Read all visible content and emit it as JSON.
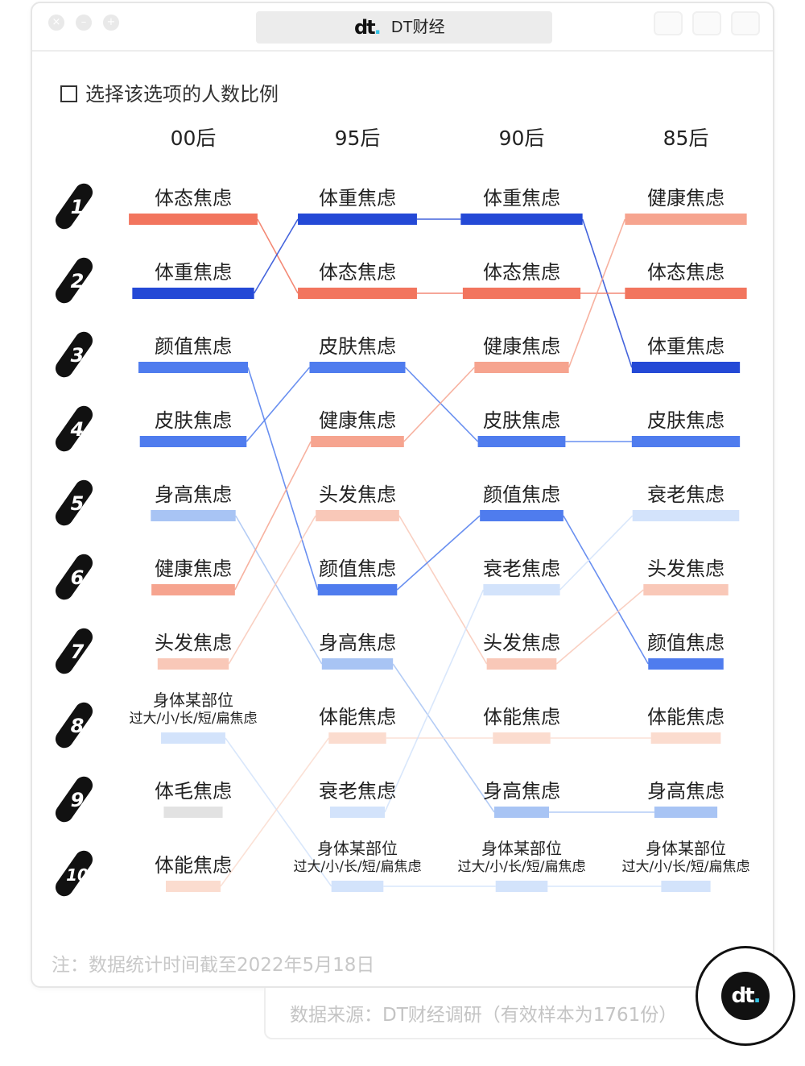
{
  "window": {
    "title": "DT财经",
    "logo_text": "dt",
    "controls": [
      "close-icon",
      "minimize-icon",
      "zoom-icon"
    ]
  },
  "colors": {
    "blue_dark": "#2449d6",
    "blue_mid": "#4f7cee",
    "blue_light": "#a8c4f4",
    "blue_pale": "#d3e3fb",
    "red_dark": "#f2755e",
    "red_mid": "#f6a48f",
    "red_light": "#f9c8b8",
    "red_pale": "#fbdccf",
    "gray": "#e2e2e2",
    "rank_badge": "#111111"
  },
  "chart_data": {
    "type": "table",
    "legend": "选择该选项的人数比例",
    "legend_icon": "checkbox-square-icon",
    "columns": [
      "00后",
      "95后",
      "90后",
      "85后"
    ],
    "ranks": [
      "1",
      "2",
      "3",
      "4",
      "5",
      "6",
      "7",
      "8",
      "9",
      "10"
    ],
    "grid": false,
    "rankings": [
      {
        "group": "00后",
        "items": [
          {
            "rank": 1,
            "label": "体态焦虑",
            "color": "#f2755e",
            "bar": 0.94
          },
          {
            "rank": 2,
            "label": "体重焦虑",
            "color": "#2449d6",
            "bar": 0.89
          },
          {
            "rank": 3,
            "label": "颜值焦虑",
            "color": "#4f7cee",
            "bar": 0.8
          },
          {
            "rank": 4,
            "label": "皮肤焦虑",
            "color": "#4f7cee",
            "bar": 0.78
          },
          {
            "rank": 5,
            "label": "身高焦虑",
            "color": "#a8c4f4",
            "bar": 0.62
          },
          {
            "rank": 6,
            "label": "健康焦虑",
            "color": "#f6a48f",
            "bar": 0.61
          },
          {
            "rank": 7,
            "label": "头发焦虑",
            "color": "#f9c8b8",
            "bar": 0.52
          },
          {
            "rank": 8,
            "label": "身体某部位\n过大/小/长/短/扁焦虑",
            "color": "#d3e3fb",
            "bar": 0.47
          },
          {
            "rank": 9,
            "label": "体毛焦虑",
            "color": "#e2e2e2",
            "bar": 0.43
          },
          {
            "rank": 10,
            "label": "体能焦虑",
            "color": "#fbdccf",
            "bar": 0.4
          }
        ]
      },
      {
        "group": "95后",
        "items": [
          {
            "rank": 1,
            "label": "体重焦虑",
            "color": "#2449d6",
            "bar": 0.87
          },
          {
            "rank": 2,
            "label": "体态焦虑",
            "color": "#f2755e",
            "bar": 0.87
          },
          {
            "rank": 3,
            "label": "皮肤焦虑",
            "color": "#4f7cee",
            "bar": 0.7
          },
          {
            "rank": 4,
            "label": "健康焦虑",
            "color": "#f6a48f",
            "bar": 0.68
          },
          {
            "rank": 5,
            "label": "头发焦虑",
            "color": "#f9c8b8",
            "bar": 0.61
          },
          {
            "rank": 6,
            "label": "颜值焦虑",
            "color": "#4f7cee",
            "bar": 0.58
          },
          {
            "rank": 7,
            "label": "身高焦虑",
            "color": "#a8c4f4",
            "bar": 0.52
          },
          {
            "rank": 8,
            "label": "体能焦虑",
            "color": "#fbdccf",
            "bar": 0.42
          },
          {
            "rank": 9,
            "label": "衰老焦虑",
            "color": "#d3e3fb",
            "bar": 0.4
          },
          {
            "rank": 10,
            "label": "身体某部位\n过大/小/长/短/扁焦虑",
            "color": "#d3e3fb",
            "bar": 0.38
          }
        ]
      },
      {
        "group": "90后",
        "items": [
          {
            "rank": 1,
            "label": "体重焦虑",
            "color": "#2449d6",
            "bar": 0.89
          },
          {
            "rank": 2,
            "label": "体态焦虑",
            "color": "#f2755e",
            "bar": 0.86
          },
          {
            "rank": 3,
            "label": "健康焦虑",
            "color": "#f6a48f",
            "bar": 0.69
          },
          {
            "rank": 4,
            "label": "皮肤焦虑",
            "color": "#4f7cee",
            "bar": 0.64
          },
          {
            "rank": 5,
            "label": "颜值焦虑",
            "color": "#4f7cee",
            "bar": 0.61
          },
          {
            "rank": 6,
            "label": "衰老焦虑",
            "color": "#d3e3fb",
            "bar": 0.56
          },
          {
            "rank": 7,
            "label": "头发焦虑",
            "color": "#f9c8b8",
            "bar": 0.51
          },
          {
            "rank": 8,
            "label": "体能焦虑",
            "color": "#fbdccf",
            "bar": 0.42
          },
          {
            "rank": 9,
            "label": "身高焦虑",
            "color": "#a8c4f4",
            "bar": 0.4
          },
          {
            "rank": 10,
            "label": "身体某部位\n过大/小/长/短/扁焦虑",
            "color": "#d3e3fb",
            "bar": 0.38
          }
        ]
      },
      {
        "group": "85后",
        "items": [
          {
            "rank": 1,
            "label": "健康焦虑",
            "color": "#f6a48f",
            "bar": 0.89
          },
          {
            "rank": 2,
            "label": "体态焦虑",
            "color": "#f2755e",
            "bar": 0.89
          },
          {
            "rank": 3,
            "label": "体重焦虑",
            "color": "#2449d6",
            "bar": 0.79
          },
          {
            "rank": 4,
            "label": "皮肤焦虑",
            "color": "#4f7cee",
            "bar": 0.79
          },
          {
            "rank": 5,
            "label": "衰老焦虑",
            "color": "#d3e3fb",
            "bar": 0.78
          },
          {
            "rank": 6,
            "label": "头发焦虑",
            "color": "#f9c8b8",
            "bar": 0.62
          },
          {
            "rank": 7,
            "label": "颜值焦虑",
            "color": "#4f7cee",
            "bar": 0.55
          },
          {
            "rank": 8,
            "label": "体能焦虑",
            "color": "#fbdccf",
            "bar": 0.51
          },
          {
            "rank": 9,
            "label": "身高焦虑",
            "color": "#a8c4f4",
            "bar": 0.46
          },
          {
            "rank": 10,
            "label": "身体某部位\n过大/小/长/短/扁焦虑",
            "color": "#d3e3fb",
            "bar": 0.36
          }
        ]
      }
    ]
  },
  "footnote": "注：数据统计时间截至2022年5月18日",
  "source": "数据来源：DT财经调研（有效样本为1761份）",
  "badge": {
    "logo_text": "dt"
  }
}
